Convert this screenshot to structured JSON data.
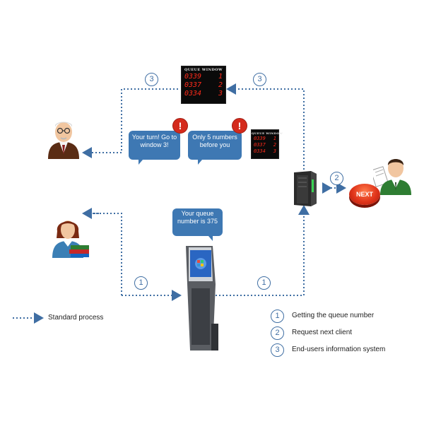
{
  "boards": {
    "top": {
      "header": "QUEUE   WINDOW",
      "rows": [
        {
          "number": "0339",
          "window": "1"
        },
        {
          "number": "0337",
          "window": "2"
        },
        {
          "number": "0334",
          "window": "3"
        }
      ]
    },
    "small": {
      "header": "QUEUE   WINDOW",
      "rows": [
        {
          "number": "0339",
          "window": "1"
        },
        {
          "number": "0337",
          "window": "2"
        },
        {
          "number": "0334",
          "window": "3"
        }
      ]
    }
  },
  "bubbles": {
    "your_turn": "Your turn! Go to window 3!",
    "only_five": "Only 5 numbers before you",
    "queue_number": "Your queue number is 375"
  },
  "warning_mark": "!",
  "next_button": "NEXT",
  "step_labels": {
    "top_left": "3",
    "top_right": "3",
    "right": "2",
    "bottom_left": "1",
    "bottom_right": "1"
  },
  "legend": {
    "standard_process": "Standard process",
    "items": [
      {
        "number": "1",
        "text": "Getting the queue number"
      },
      {
        "number": "2",
        "text": "Request next client"
      },
      {
        "number": "3",
        "text": "End-users information system"
      }
    ]
  },
  "colors": {
    "arrow": "#3f6ea3",
    "bubble": "#3e78b3",
    "led": "#ff2a1a",
    "warning": "#d42a1c",
    "next_button": "#e0341a"
  },
  "icons": {
    "elderly_man": "elderly-man-icon",
    "woman_with_books": "woman-with-books-icon",
    "operator": "operator-icon",
    "server": "server-icon",
    "kiosk": "kiosk-icon"
  }
}
